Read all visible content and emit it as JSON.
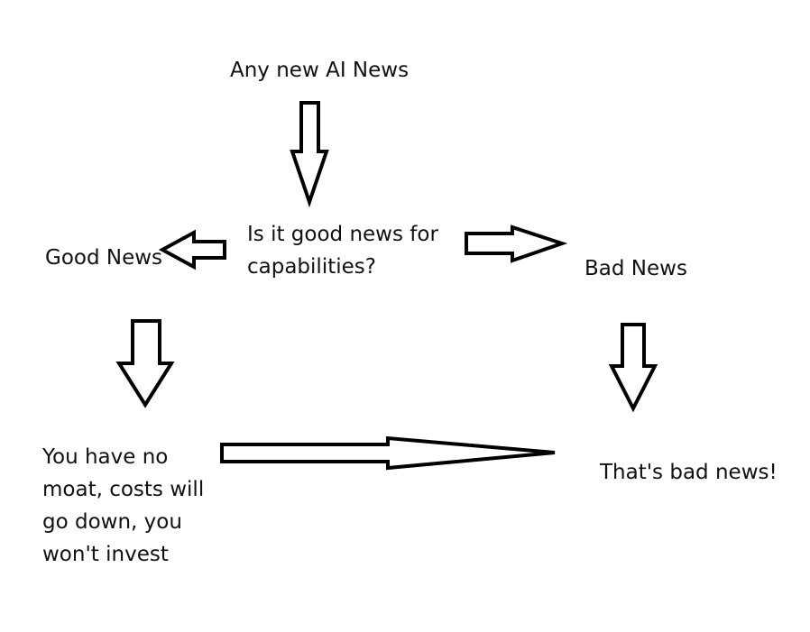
{
  "diagram": {
    "nodes": {
      "start": "Any new AI News",
      "question": [
        "Is it good news for",
        "capabilities?"
      ],
      "good": "Good News",
      "bad": "Bad News",
      "good_outcome": [
        "You have no",
        "moat, costs will",
        "go down, you",
        "won't invest"
      ],
      "bad_outcome": "That's bad news!"
    },
    "edges": [
      {
        "from": "Any new AI News",
        "to": "Is it good news for capabilities?"
      },
      {
        "from": "Is it good news for capabilities?",
        "to": "Good News"
      },
      {
        "from": "Is it good news for capabilities?",
        "to": "Bad News"
      },
      {
        "from": "Good News",
        "to": "You have no moat, costs will go down, you won't invest"
      },
      {
        "from": "Bad News",
        "to": "That's bad news!"
      },
      {
        "from": "You have no moat, costs will go down, you won't invest",
        "to": "That's bad news!"
      }
    ],
    "colors": {
      "background": "#ffffff",
      "ink": "#000000"
    }
  }
}
